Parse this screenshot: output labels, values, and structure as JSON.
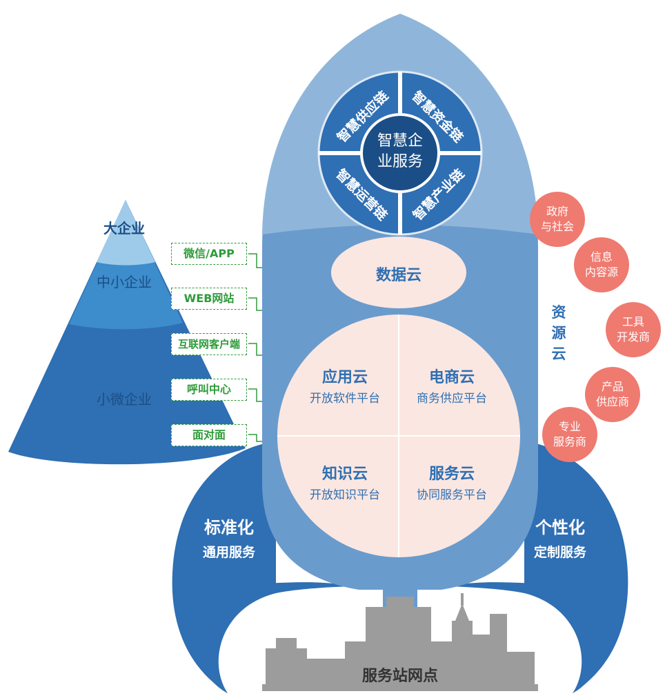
{
  "core": {
    "center_line1": "智慧企",
    "center_line2": "业服务",
    "quadrants": [
      "智慧供应链",
      "智慧资金链",
      "智慧运营链",
      "智慧产业链"
    ]
  },
  "data_cloud": "数据云",
  "clouds": [
    {
      "title": "应用云",
      "subtitle": "开放软件平台"
    },
    {
      "title": "电商云",
      "subtitle": "商务供应平台"
    },
    {
      "title": "知识云",
      "subtitle": "开放知识平台"
    },
    {
      "title": "服务云",
      "subtitle": "协同服务平台"
    }
  ],
  "pyramid": {
    "levels": [
      "大企业",
      "中小企业",
      "小微企业"
    ]
  },
  "channels": [
    "微信/APP",
    "WEB网站",
    "互联网客户端",
    "呼叫中心",
    "面对面"
  ],
  "resource_cloud": {
    "label_chars": [
      "资",
      "源",
      "云"
    ],
    "bubbles": [
      {
        "line1": "政府",
        "line2": "与社会"
      },
      {
        "line1": "信息",
        "line2": "内容源"
      },
      {
        "line1": "工具",
        "line2": "开发商"
      },
      {
        "line1": "产品",
        "line2": "供应商"
      },
      {
        "line1": "专业",
        "line2": "服务商"
      }
    ]
  },
  "left_fin": {
    "line1": "标准化",
    "line2": "通用服务"
  },
  "right_fin": {
    "line1": "个性化",
    "line2": "定制服务"
  },
  "base_label": "服务站网点",
  "colors": {
    "rocket_light": "#8fb6da",
    "rocket_mid": "#6a9bcd",
    "fin": "#2f6fb3",
    "core_dark": "#1b4e86",
    "core_ring": "#2f6fb3",
    "cloud_fill": "#fbe7e1",
    "bubble": "#ef7a70",
    "channel_green": "#2e9b3a",
    "city_gray": "#9c9c9c"
  }
}
